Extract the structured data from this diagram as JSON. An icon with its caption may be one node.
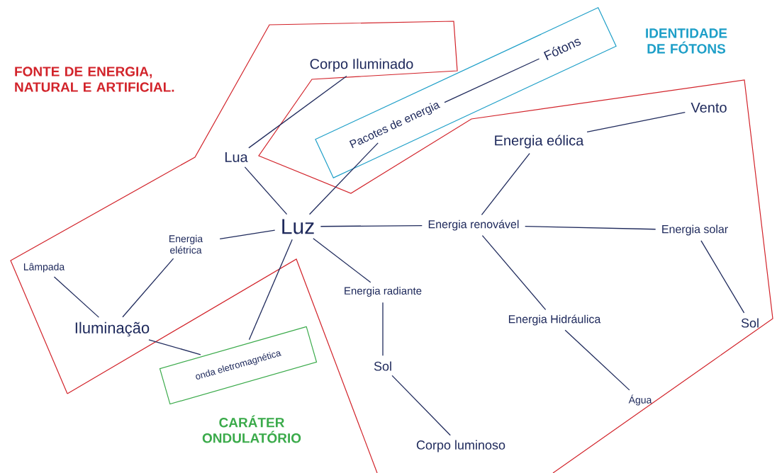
{
  "diagram": {
    "nodes": [
      {
        "text": [
          "Corpo Iluminado"
        ]
      },
      {
        "text": [
          "IDENTIDADE DE FÓTONS"
        ]
      },
      {
        "text": [
          "Pacotes de energia"
        ],
        "in": 1
      },
      {
        "text": [
          "Fótons"
        ],
        "in": 1
      },
      {
        "text": [
          "Lua"
        ]
      },
      {
        "text": [
          "Energia eólica"
        ]
      },
      {
        "text": [
          "Vento"
        ]
      },
      {
        "text": [
          "Energia elétrica"
        ]
      },
      {
        "text": [
          "Luz"
        ]
      },
      {
        "text": [
          "Energia renovável"
        ]
      },
      {
        "text": [
          "Energia solar"
        ]
      },
      {
        "text": [
          "Lâmpada"
        ]
      },
      {
        "text": [
          "Energia radiante"
        ]
      },
      {
        "text": [
          "Iluminação"
        ]
      },
      {
        "text": [
          "Energia Hidráulica"
        ]
      },
      {
        "text": [
          "Sol"
        ]
      },
      {
        "text": [
          "onda eletromagnética",
          "CARÁTER ONDULATÓRIO"
        ]
      },
      {
        "text": [
          "Sol"
        ]
      },
      {
        "text": [
          "Água"
        ]
      },
      {
        "text": [
          "Corpo luminoso"
        ]
      }
    ],
    "edges": [
      {
        "from": 4,
        "to": 0,
        "arrow": "none"
      },
      {
        "from": 2,
        "to": 3,
        "arrow": "none"
      },
      {
        "from": 4,
        "to": 8,
        "arrow": "none"
      },
      {
        "from": 8,
        "to": 2,
        "arrow": "none"
      },
      {
        "from": 9,
        "to": 5,
        "arrow": "none"
      },
      {
        "from": 5,
        "to": 6,
        "arrow": "none"
      },
      {
        "from": 7,
        "to": 8,
        "arrow": "none"
      },
      {
        "from": 8,
        "to": 9,
        "arrow": "none"
      },
      {
        "from": 9,
        "to": 10,
        "arrow": "none"
      },
      {
        "from": 8,
        "to": 12,
        "arrow": "none"
      },
      {
        "from": 8,
        "to": 16,
        "arrow": "none"
      },
      {
        "from": 9,
        "to": 14,
        "arrow": "none"
      },
      {
        "from": 10,
        "to": 15,
        "arrow": "none"
      },
      {
        "from": 11,
        "to": 13,
        "arrow": "none"
      },
      {
        "from": 7,
        "to": 13,
        "arrow": "none"
      },
      {
        "from": 13,
        "to": 16,
        "arrow": "none"
      },
      {
        "from": 12,
        "to": 17,
        "arrow": "none"
      },
      {
        "from": 14,
        "to": 18,
        "arrow": "none"
      },
      {
        "from": 17,
        "to": 19,
        "arrow": "none"
      }
    ],
    "labels": [
      "FONTE DE ENERGIA, NATURAL E ARTIFICIAL."
    ]
  }
}
